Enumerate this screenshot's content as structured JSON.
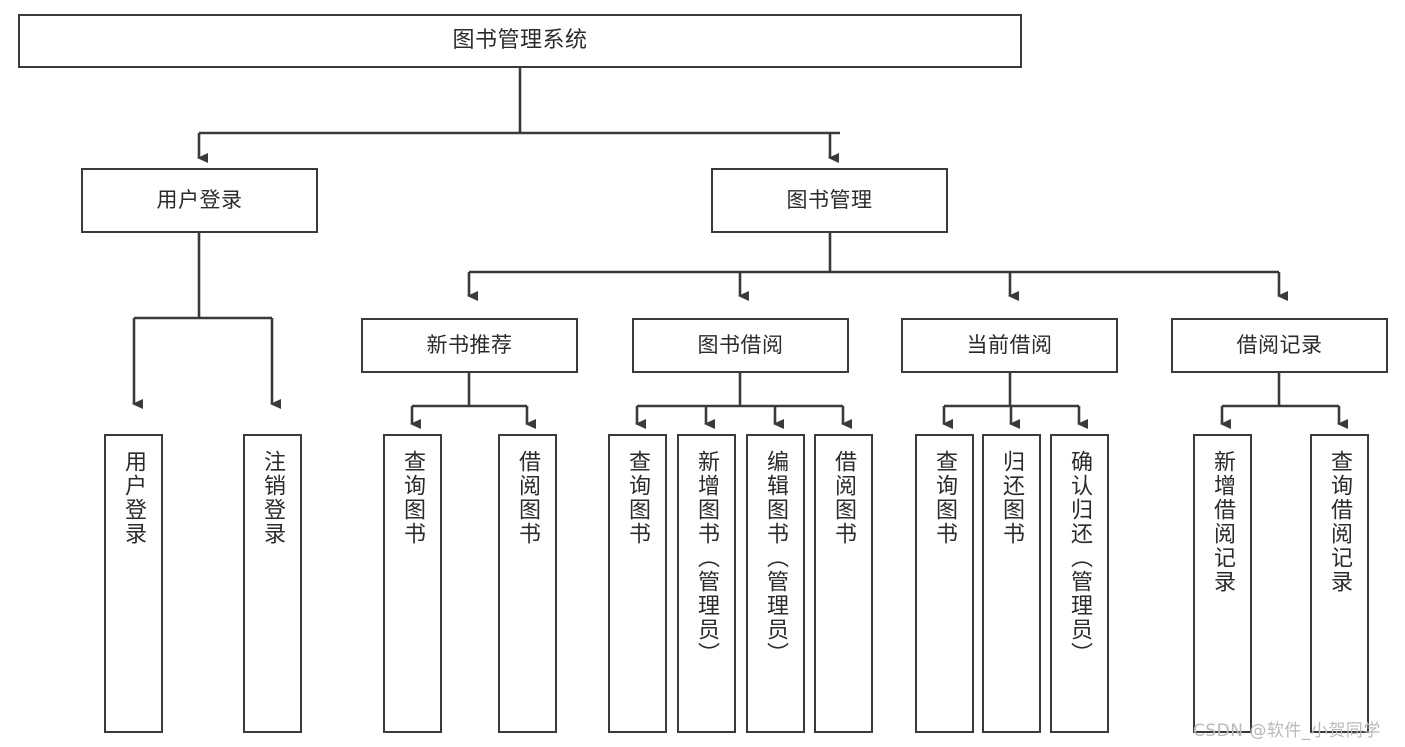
{
  "diagram": {
    "type": "tree-hierarchy-functional-decomposition",
    "root": {
      "label": "图书管理系统"
    },
    "level2": [
      {
        "label": "用户登录"
      },
      {
        "label": "图书管理"
      }
    ],
    "level3": [
      {
        "label": "新书推荐"
      },
      {
        "label": "图书借阅"
      },
      {
        "label": "当前借阅"
      },
      {
        "label": "借阅记录"
      }
    ],
    "leaves": {
      "user_login": [
        {
          "label": "用户登录"
        },
        {
          "label": "注销登录"
        }
      ],
      "new_book_recommend": [
        {
          "label": "查询图书"
        },
        {
          "label": "借阅图书"
        }
      ],
      "book_borrow": [
        {
          "label": "查询图书"
        },
        {
          "label": "新增图书（管理员）"
        },
        {
          "label": "编辑图书（管理员）"
        },
        {
          "label": "借阅图书"
        }
      ],
      "current_borrow": [
        {
          "label": "查询图书"
        },
        {
          "label": "归还图书"
        },
        {
          "label": "确认归还（管理员）"
        }
      ],
      "borrow_record": [
        {
          "label": "新增借阅记录"
        },
        {
          "label": "查询借阅记录"
        }
      ]
    }
  },
  "watermark": {
    "text": "CSDN @软件_小贺同学"
  },
  "colors": {
    "stroke": "#3a3a3a",
    "text": "#2b2b2b",
    "background": "#ffffff",
    "watermark": "#b9b9b9"
  }
}
